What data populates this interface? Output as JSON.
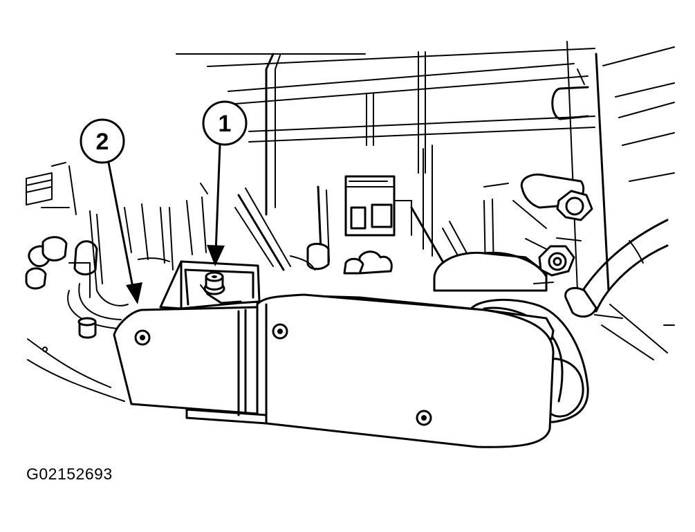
{
  "figure": {
    "id_label": "G02152693",
    "callouts": [
      {
        "number": "1"
      },
      {
        "number": "2"
      }
    ]
  }
}
